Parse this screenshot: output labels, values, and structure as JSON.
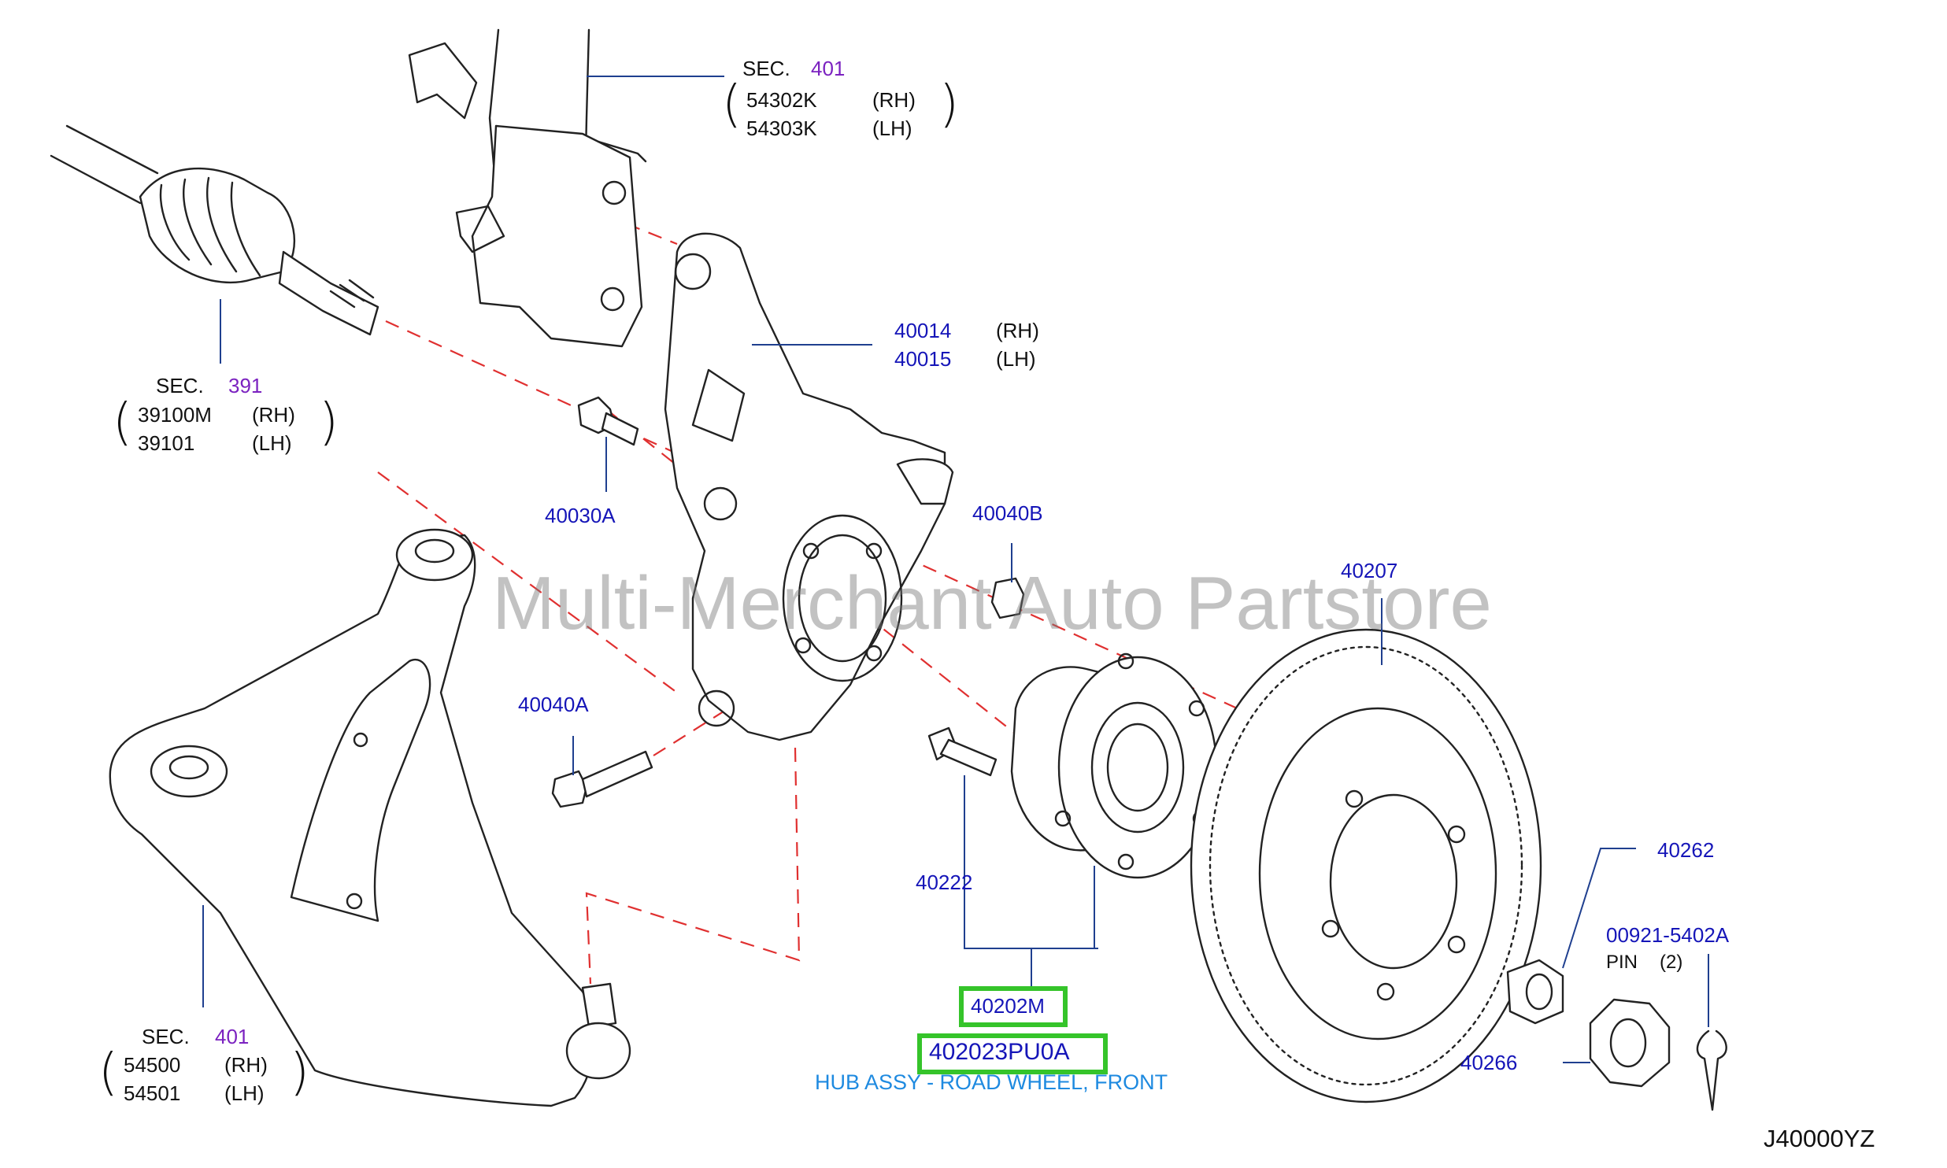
{
  "watermark": "Multi-Merchant Auto Partstore",
  "diagram_code": "J40000YZ",
  "callouts": {
    "strut": {
      "sec": "SEC.",
      "sec_no": "401",
      "rows": [
        {
          "part": "54302K",
          "side": "(RH)"
        },
        {
          "part": "54303K",
          "side": "(LH)"
        }
      ]
    },
    "driveshaft": {
      "sec": "SEC.",
      "sec_no": "391",
      "rows": [
        {
          "part": "39100M",
          "side": "(RH)"
        },
        {
          "part": "39101",
          "side": "(LH)"
        }
      ]
    },
    "lower_arm": {
      "sec": "SEC.",
      "sec_no": "401",
      "rows": [
        {
          "part": "54500",
          "side": "(RH)"
        },
        {
          "part": "54501",
          "side": "(LH)"
        }
      ]
    },
    "knuckle": {
      "rows": [
        {
          "part": "40014",
          "side": "(RH)"
        },
        {
          "part": "40015",
          "side": "(LH)"
        }
      ]
    },
    "bolt_30a": "40030A",
    "nut_40b": "40040B",
    "bolt_40a": "40040A",
    "rotor": "40207",
    "hub_bolt": "40222",
    "hub_nut": "40262",
    "pin": {
      "part": "00921-5402A",
      "name": "PIN",
      "qty": "(2)"
    },
    "nut_cap": "40266",
    "hub_assy": {
      "part_short": "40202M",
      "part_full": "402023PU0A",
      "description": "HUB ASSY - ROAD WHEEL, FRONT"
    }
  },
  "colors": {
    "label_blue": "#1515b8",
    "sec_purple": "#7b22c0",
    "highlight_green": "#35c42a",
    "description_blue": "#1e8ae0",
    "axis_red": "#e03030"
  }
}
